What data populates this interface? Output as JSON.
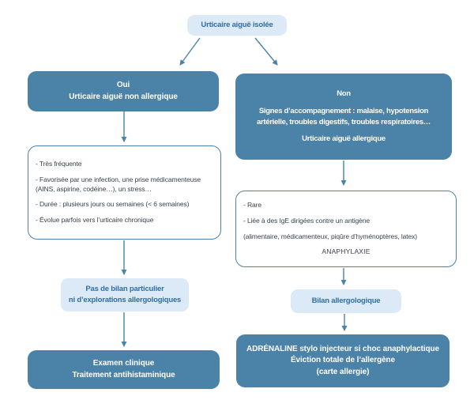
{
  "title": "Urticaire aiguë isolée",
  "palette": {
    "node_fill": "#4b82a7",
    "node_text": "#ffffff",
    "pill_fill": "#dce9f6",
    "pill_text": "#2f6ea5",
    "detail_text": "#38424e",
    "arrow": "#4b82a7",
    "background": "#ffffff"
  },
  "root": {
    "label": "Urticaire aiguë isolée"
  },
  "left_branch": {
    "decision": {
      "answer": "Oui",
      "subtitle": "Urticaire aiguë non allergique"
    },
    "details": [
      "- Très fréquente",
      "- Favorisée par une infection, une prise médicamenteuse (AINS, aspirine, codéine…), un stress…",
      "- Durée : plusieurs jours ou semaines (< 6 semaines)",
      "- Évolue parfois vers l’urticaire chronique"
    ],
    "workup": {
      "line1": "Pas de bilan particulier",
      "line2": "ni d’explorations allergologiques"
    },
    "management": {
      "line1": "Examen clinique",
      "line2": "Traitement antihistaminique"
    }
  },
  "right_branch": {
    "decision": {
      "answer": "Non",
      "signs": "Signes d’accompagnement : malaise, hypotension artérielle, troubles digestifs, troubles respiratoires…",
      "subtitle": "Urticaire aiguë allergique"
    },
    "details": [
      "- Rare",
      "- Liée à des IgE dirigées contre un antigène",
      "(alimentaire, médicamenteux, piqûre d’hyménoptères, latex)"
    ],
    "emphasis": "ANAPHYLAXIE",
    "workup": {
      "label": "Bilan allergologique"
    },
    "management": {
      "line1": "ADRÉNALINE stylo injecteur si choc anaphylactique",
      "line2": "Éviction totale de l’allergène",
      "line3": "(carte allergie)"
    }
  }
}
